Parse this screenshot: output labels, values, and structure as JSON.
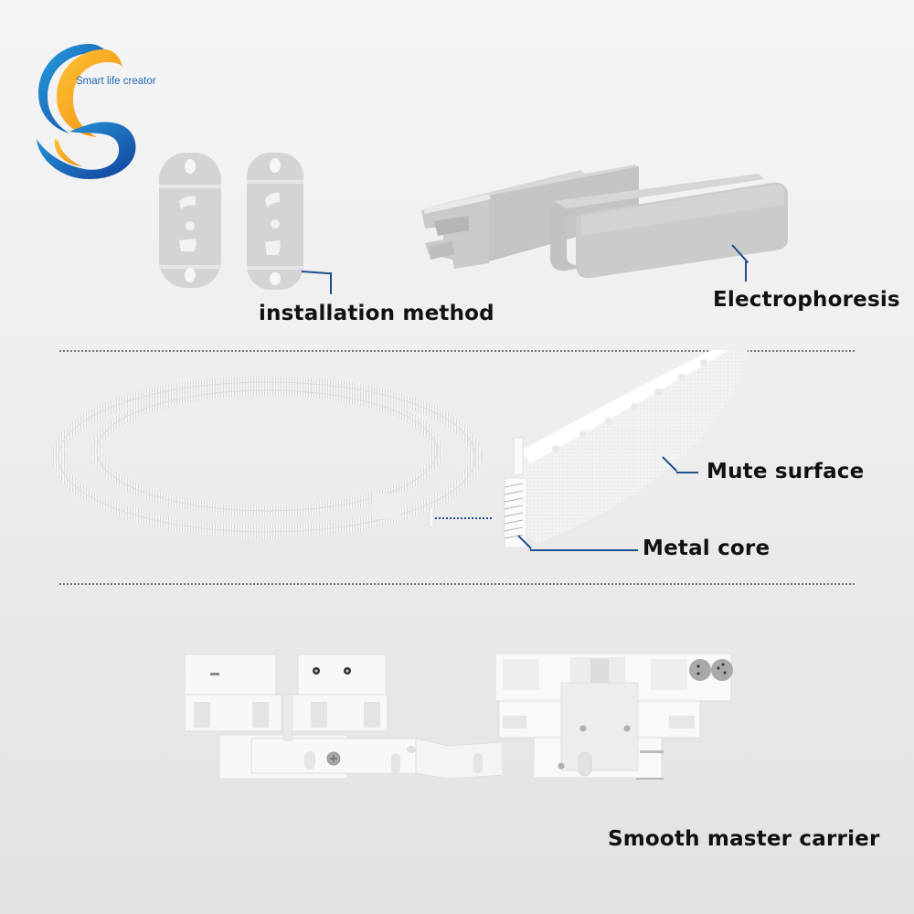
{
  "brand": {
    "tagline": "Smart life creator",
    "colors": {
      "blue": "#1b62b3",
      "orange": "#f6a51d",
      "tagline": "#2367b3"
    }
  },
  "sections": [
    {
      "id": "top",
      "labels": [
        {
          "key": "installation",
          "text": "installation method"
        },
        {
          "key": "electrophoresis",
          "text": "Electrophoresis"
        }
      ]
    },
    {
      "id": "belt",
      "labels": [
        {
          "key": "mute",
          "text": "Mute surface"
        },
        {
          "key": "metal",
          "text": "Metal core"
        }
      ]
    },
    {
      "id": "carrier",
      "labels": [
        {
          "key": "carrier",
          "text": "Smooth master carrier"
        }
      ]
    }
  ],
  "colors": {
    "leader_line": "#1f4e8c",
    "divider": "#777777",
    "background_top": "#f4f4f4",
    "background_bottom": "#e2e2e2",
    "product_gray": "#d0d0d0",
    "product_white": "#fafafa"
  }
}
